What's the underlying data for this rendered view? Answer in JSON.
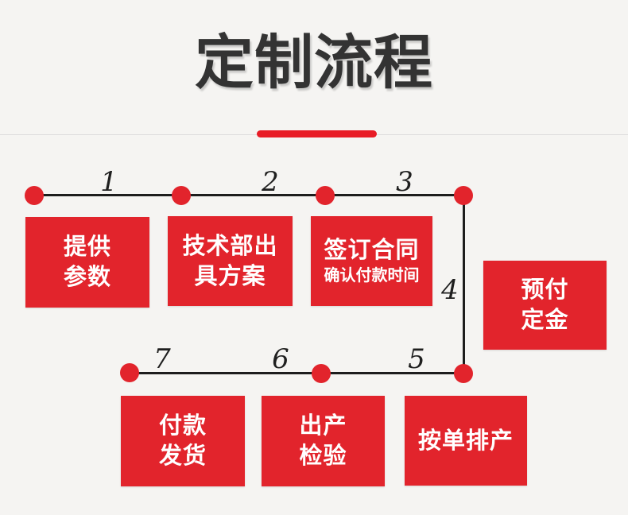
{
  "page": {
    "title": "定制流程"
  },
  "flow": {
    "steps": [
      {
        "number": "1",
        "label_lines": [
          "提供",
          "参数"
        ]
      },
      {
        "number": "2",
        "label_lines": [
          "技术部出",
          "具方案"
        ]
      },
      {
        "number": "3",
        "label_lines": [
          "签订合同"
        ],
        "sublabel": "确认付款时间"
      },
      {
        "number": "4",
        "label_lines": [
          "预付",
          "定金"
        ]
      },
      {
        "number": "5",
        "label_lines": [
          "按单排产"
        ]
      },
      {
        "number": "6",
        "label_lines": [
          "出产",
          "检验"
        ]
      },
      {
        "number": "7",
        "label_lines": [
          "付款",
          "发货"
        ]
      }
    ]
  },
  "colors": {
    "accent_red": "#e2242c",
    "underline_red": "#e81c26",
    "title_color": "#333333",
    "line_color": "#1d1d1d",
    "number_color": "#1f1f1f",
    "divider_color": "#dcdcdc",
    "bg_color": "#f5f4f2"
  }
}
